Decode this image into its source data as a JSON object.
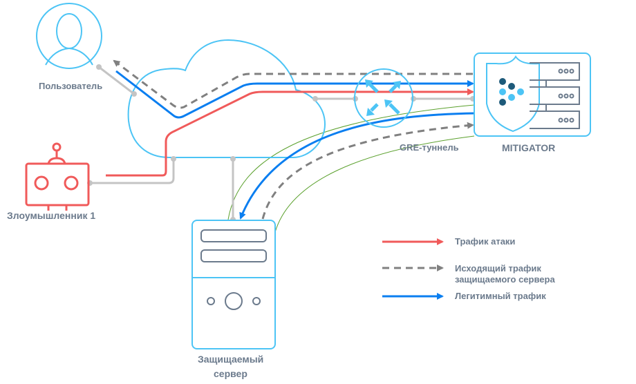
{
  "diagram": {
    "title": "MITIGATOR GRE tunnel traffic scheme",
    "nodes": {
      "user": {
        "label": "Пользователь",
        "icon": "user-icon"
      },
      "attacker": {
        "label": "Злоумышленник 1",
        "icon": "robot-icon"
      },
      "internet": {
        "icon": "cloud-icon"
      },
      "router": {
        "label": "GRE-туннель",
        "icon": "router-icon"
      },
      "mitigator": {
        "label": "MITIGATOR",
        "icon": "shield-server-icon"
      },
      "server": {
        "label_line1": "Защищаемый",
        "label_line2": "сервер",
        "icon": "server-icon"
      }
    },
    "legend": [
      {
        "id": "attack",
        "label": "Трафик атаки",
        "style": "solid",
        "color": "#f05a5a"
      },
      {
        "id": "outgoing",
        "label_line1": "Исходящий трафик",
        "label_line2": "защищаемого сервера",
        "style": "dashed",
        "color": "#808080"
      },
      {
        "id": "legit",
        "label": "Легитимный трафик",
        "style": "solid",
        "color": "#0a7ef0"
      }
    ],
    "colors": {
      "accent": "#4cc4f5",
      "attack": "#f05a5a",
      "legit": "#0a7ef0",
      "outgoing": "#808080",
      "link": "#c4c4c4",
      "tunnel": "#5aa02c",
      "text": "#6b7a8c",
      "dark_dot": "#1d5a7a"
    }
  }
}
